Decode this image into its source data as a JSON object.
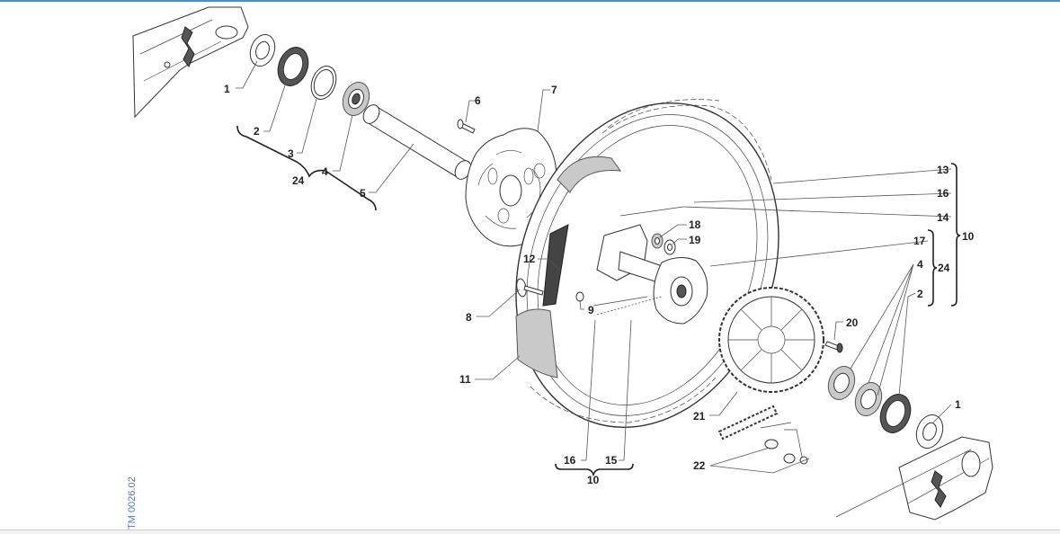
{
  "diagram": {
    "drawing_code": "TM 0026.02",
    "labels": {
      "l1a": "1",
      "l1b": "1",
      "l2a": "2",
      "l2b": "2",
      "l3": "3",
      "l4a": "4",
      "l4b": "4",
      "l5": "5",
      "l6": "6",
      "l7": "7",
      "l8": "8",
      "l9": "9",
      "l10a": "10",
      "l10b": "10",
      "l11": "11",
      "l12": "12",
      "l13": "13",
      "l14": "14",
      "l15": "15",
      "l16a": "16",
      "l16b": "16",
      "l17": "17",
      "l18": "18",
      "l19": "19",
      "l20": "20",
      "l21": "21",
      "l22": "22",
      "l24a": "24",
      "l24b": "24"
    }
  },
  "colors": {
    "accent": "#4a90c8",
    "code_text": "#4a78b8",
    "line": "#333333"
  }
}
